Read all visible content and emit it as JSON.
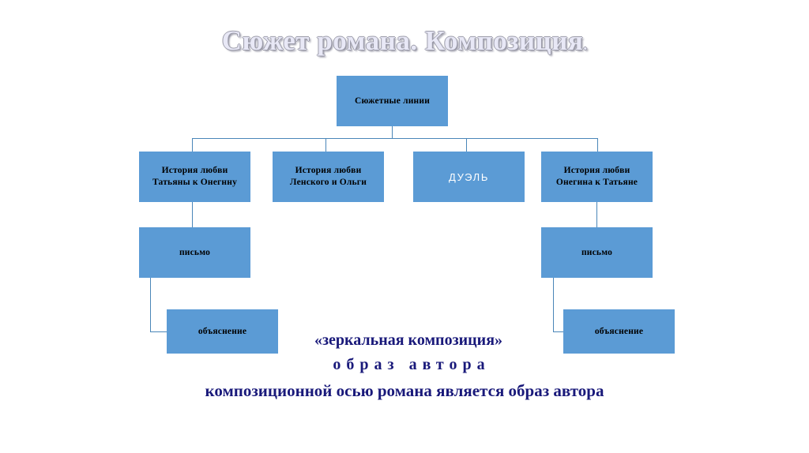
{
  "slide": {
    "title": "Сюжет романа. Композиция",
    "title_trailing_dot": ".",
    "background_color": "#ffffff"
  },
  "colors": {
    "node_fill": "#5b9bd5",
    "connector": "#4a86b8",
    "node_text": "#000000",
    "duel_text": "#ffffff",
    "caption_text": "#19197a",
    "title_fill": "#e8e8f6",
    "title_shadow": "#8d8d9c"
  },
  "diagram": {
    "root": {
      "label": "Сюжетные линии"
    },
    "branches": [
      {
        "label": "История любви Татьяны к Онегнну"
      },
      {
        "label": "История любви Ленского и Ольги"
      },
      {
        "label": "ДУЭЛЬ"
      },
      {
        "label": "История любви Онегина к Татьяне"
      }
    ],
    "left_chain": [
      {
        "label": "письмо"
      },
      {
        "label": "объяснение"
      }
    ],
    "right_chain": [
      {
        "label": "письмо"
      },
      {
        "label": "объяснение"
      }
    ]
  },
  "captions": {
    "mirror": "«зеркальная композиция»",
    "author": "образ автора",
    "axis": "композиционной   осью романа является образ автора"
  }
}
